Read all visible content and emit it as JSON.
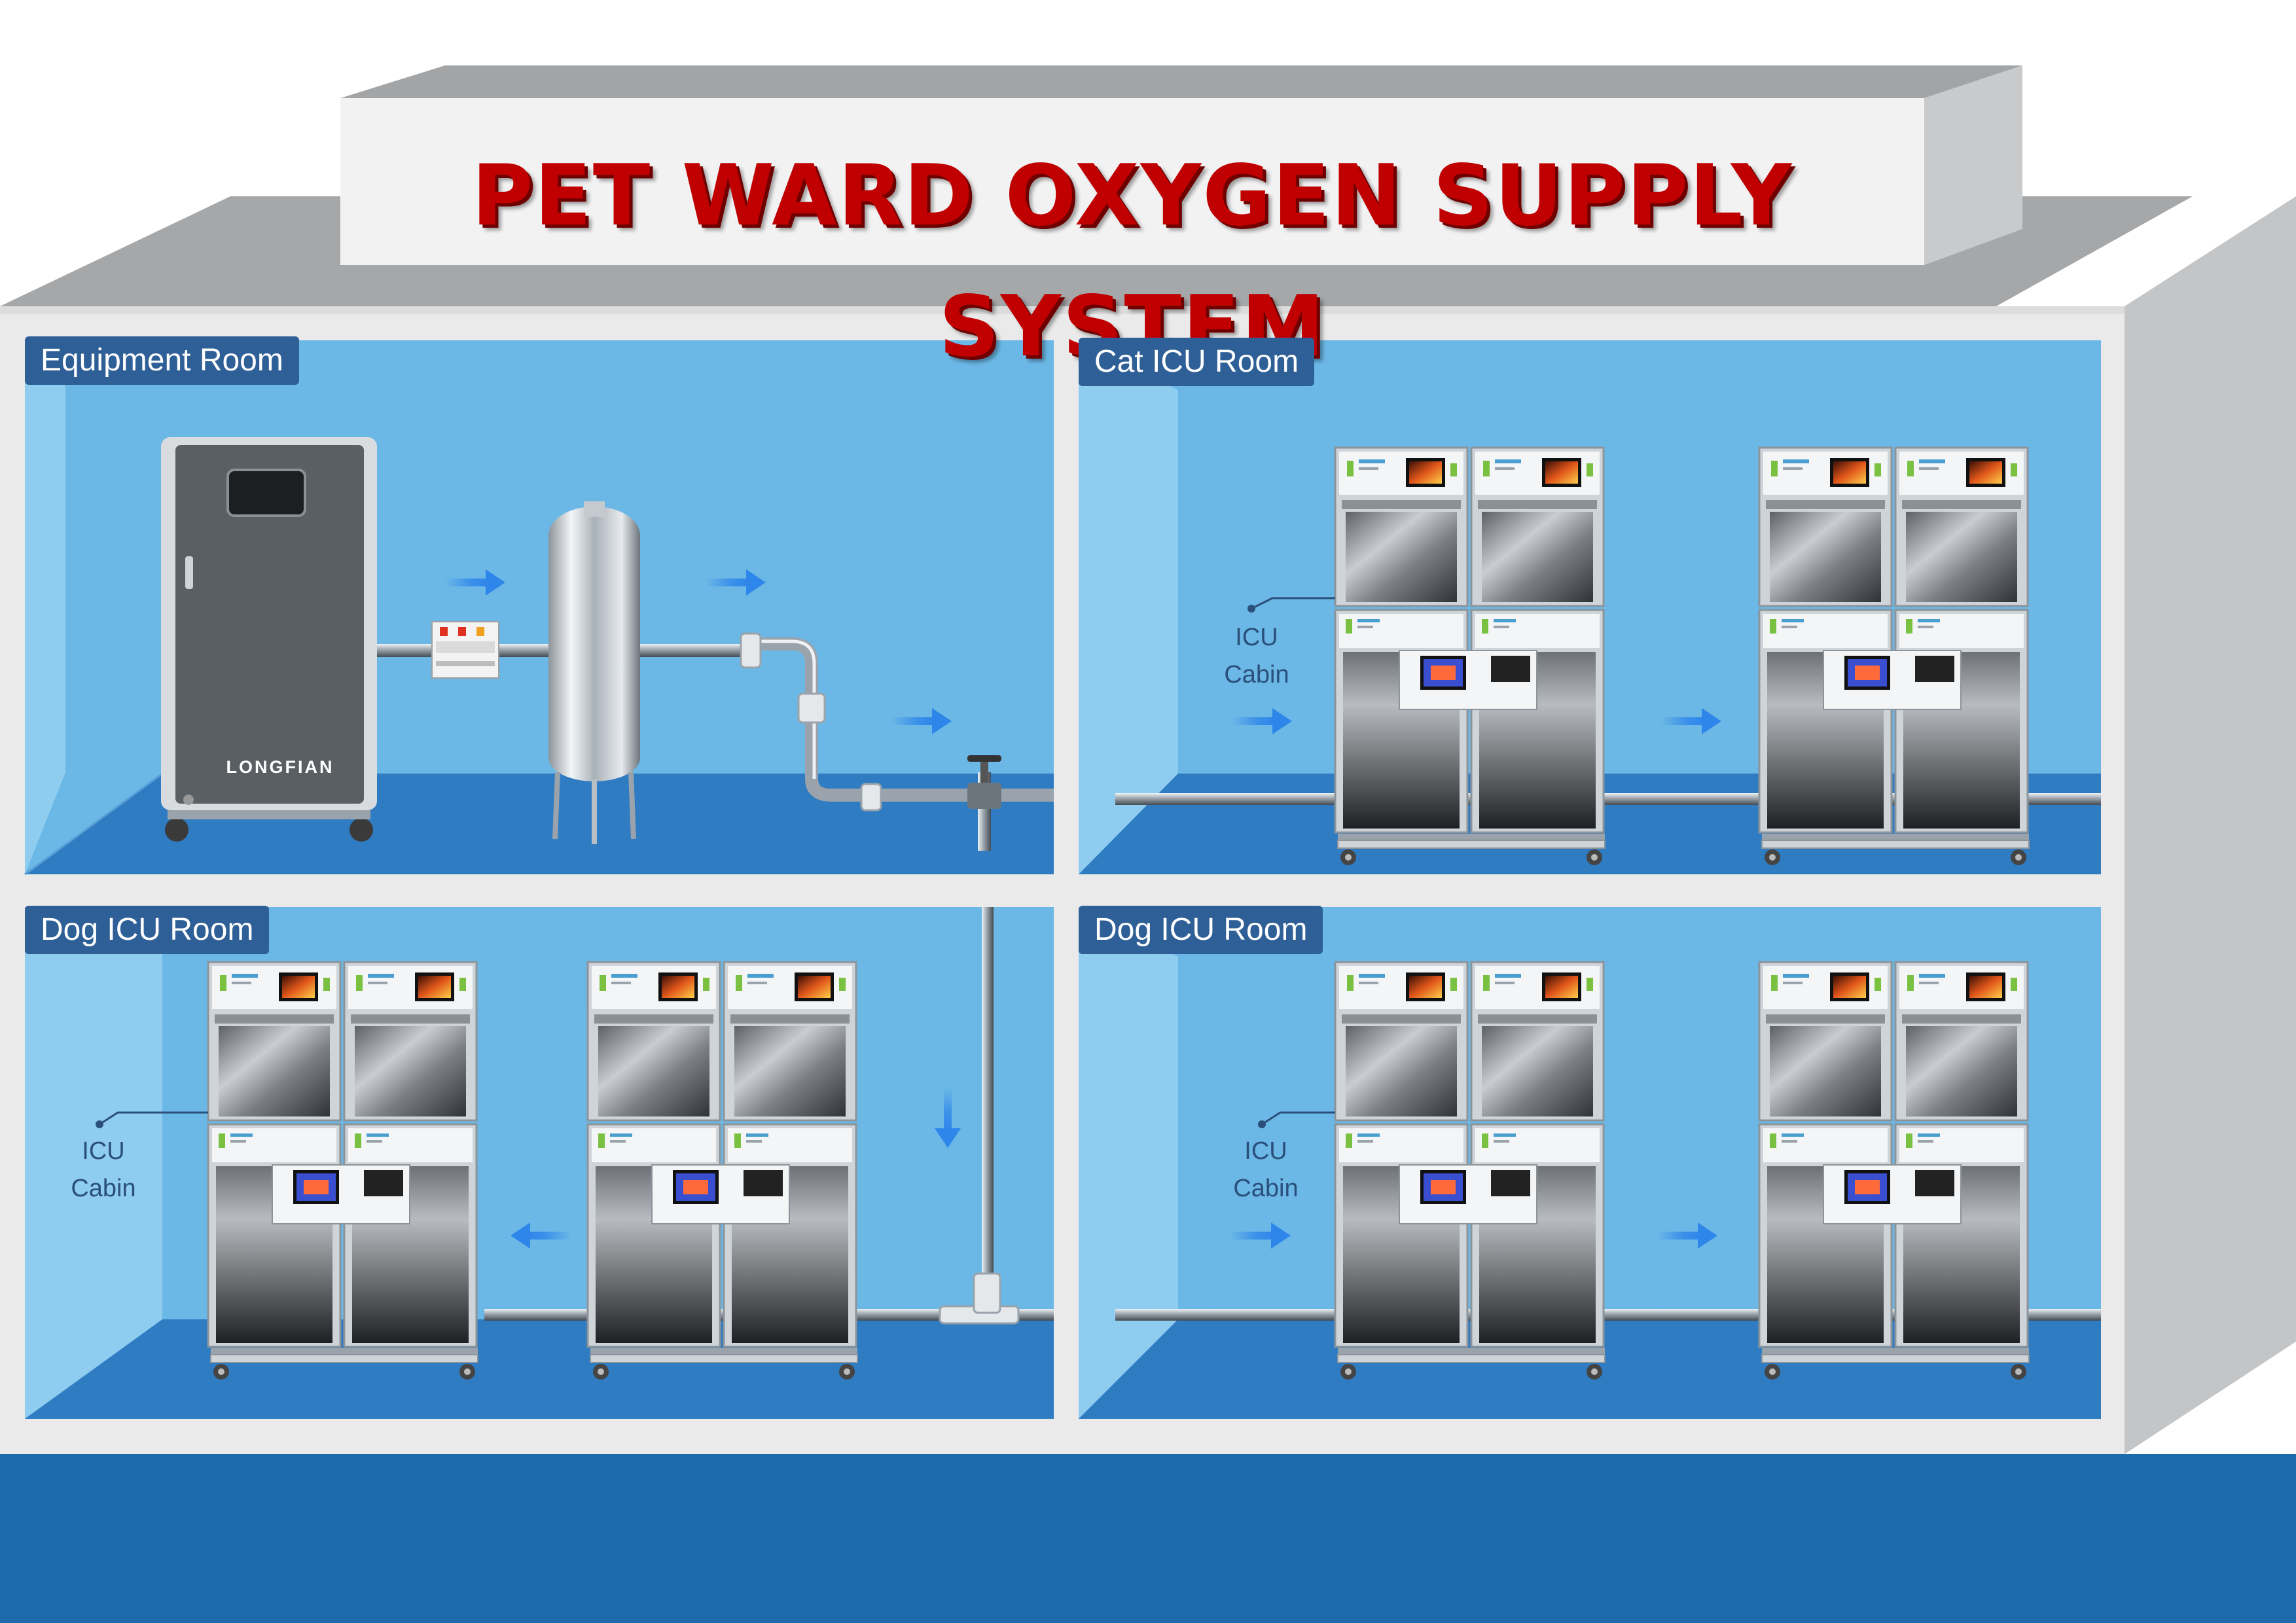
{
  "title": "PET WARD OXYGEN SUPPLY SYSTEM",
  "colors": {
    "title_red": "#c00000",
    "wall_blue": "#6bb8e6",
    "floor_blue": "#2f7cc2",
    "label_blue": "#2e5f96",
    "arrow_blue": "#2f86ea",
    "ground_blue": "#1d6aad"
  },
  "rooms": [
    {
      "id": "equipment",
      "label": "Equipment Room"
    },
    {
      "id": "cat-icu",
      "label": "Cat ICU Room",
      "cabin_label_line1": "ICU",
      "cabin_label_line2": "Cabin"
    },
    {
      "id": "dog-icu-1",
      "label": "Dog ICU Room",
      "cabin_label_line1": "ICU",
      "cabin_label_line2": "Cabin"
    },
    {
      "id": "dog-icu-2",
      "label": "Dog ICU Room",
      "cabin_label_line1": "ICU",
      "cabin_label_line2": "Cabin"
    }
  ],
  "equipment": {
    "generator_brand": "LONGFIAN",
    "generator_icon": "oxygen-concentrator-icon",
    "breaker_icon": "circuit-breaker-icon",
    "tank_icon": "oxygen-tank-icon",
    "valve_icon": "valve-icon"
  },
  "icons": {
    "cabin": "icu-cabin-icon",
    "flow_arrow": "flow-arrow-icon"
  }
}
